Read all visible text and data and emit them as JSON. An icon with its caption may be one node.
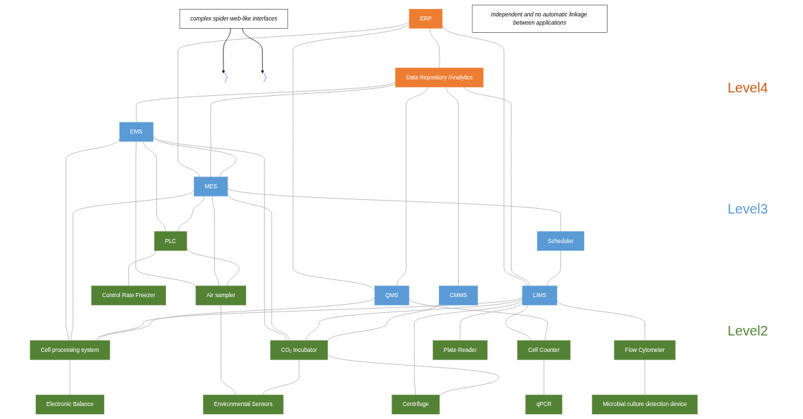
{
  "diagram": {
    "nodes": [
      {
        "text": [
          "ERP"
        ]
      },
      {
        "text": [
          "Data Repository /Analytics"
        ]
      },
      {
        "text": [
          "EMS"
        ]
      },
      {
        "text": [
          "MES"
        ]
      },
      {
        "text": [
          "Scheduler"
        ]
      },
      {
        "text": [
          "LIMS"
        ]
      },
      {
        "text": [
          "CMMS"
        ]
      },
      {
        "text": [
          "QMS"
        ]
      },
      {
        "text": [
          "Cell processing system"
        ]
      },
      {
        "text": [
          "PLC"
        ]
      },
      {
        "text": [
          "Air sampler"
        ]
      },
      {
        "text": [
          "CO₂ Incubator"
        ]
      },
      {
        "text": [
          "Cell Counter"
        ]
      },
      {
        "text": [
          "Flow Cytometer"
        ]
      },
      {
        "text": [
          "Plate Reader"
        ]
      },
      {
        "text": [
          "Electronic Balance"
        ]
      },
      {
        "text": [
          "Control Rate Freezer"
        ]
      },
      {
        "text": [
          "Environmental Sensors"
        ]
      },
      {
        "text": [
          "Centrifuge"
        ]
      },
      {
        "text": [
          "qPCR"
        ]
      },
      {
        "text": [
          "Microbial culture detection device"
        ]
      },
      {
        "text": [
          "Independent and no automatic linkage between applications"
        ]
      },
      {
        "text": [
          "complex spider-web-like interfaces"
        ]
      },
      {
        "text": [],
        "shape": "brace"
      },
      {
        "text": [],
        "shape": "brace"
      }
    ],
    "edges": [
      {
        "from": 0,
        "to": 1,
        "arrow": "none"
      },
      {
        "from": 0,
        "to": 3,
        "arrow": "none"
      },
      {
        "from": 0,
        "to": 5,
        "arrow": "none"
      },
      {
        "from": 0,
        "to": 7,
        "arrow": "none"
      },
      {
        "from": 1,
        "to": 2,
        "arrow": "none"
      },
      {
        "from": 1,
        "to": 3,
        "arrow": "none"
      },
      {
        "from": 1,
        "to": 5,
        "arrow": "none"
      },
      {
        "from": 1,
        "to": 6,
        "arrow": "none"
      },
      {
        "from": 1,
        "to": 7,
        "arrow": "none"
      },
      {
        "from": 2,
        "to": 3,
        "arrow": "none"
      },
      {
        "from": 3,
        "to": 4,
        "arrow": "none"
      },
      {
        "from": 4,
        "to": 5,
        "arrow": "none"
      },
      {
        "from": 2,
        "to": 8,
        "arrow": "none"
      },
      {
        "from": 2,
        "to": 9,
        "arrow": "none"
      },
      {
        "from": 2,
        "to": 10,
        "arrow": "none"
      },
      {
        "from": 2,
        "to": 11,
        "arrow": "none"
      },
      {
        "from": 3,
        "to": 8,
        "arrow": "none"
      },
      {
        "from": 3,
        "to": 9,
        "arrow": "none"
      },
      {
        "from": 3,
        "to": 10,
        "arrow": "none"
      },
      {
        "from": 3,
        "to": 11,
        "arrow": "none"
      },
      {
        "from": 5,
        "to": 8,
        "arrow": "none"
      },
      {
        "from": 5,
        "to": 11,
        "arrow": "none"
      },
      {
        "from": 5,
        "to": 12,
        "arrow": "none"
      },
      {
        "from": 5,
        "to": 13,
        "arrow": "none"
      },
      {
        "from": 5,
        "to": 14,
        "arrow": "none"
      },
      {
        "from": 5,
        "to": 18,
        "arrow": "none"
      },
      {
        "from": 6,
        "to": 11,
        "arrow": "none"
      },
      {
        "from": 7,
        "to": 8,
        "arrow": "none"
      },
      {
        "from": 7,
        "to": 12,
        "arrow": "none"
      },
      {
        "from": 8,
        "to": 15,
        "arrow": "none"
      },
      {
        "from": 9,
        "to": 16,
        "arrow": "none"
      },
      {
        "from": 9,
        "to": 10,
        "arrow": "none"
      },
      {
        "from": 10,
        "to": 17,
        "arrow": "none"
      },
      {
        "from": 11,
        "to": 17,
        "arrow": "none"
      },
      {
        "from": 11,
        "to": 18,
        "arrow": "none"
      },
      {
        "from": 12,
        "to": 19,
        "arrow": "none"
      },
      {
        "from": 13,
        "to": 20,
        "arrow": "none"
      },
      {
        "from": 22,
        "to": 23,
        "arrow": "to",
        "color": "#000000"
      },
      {
        "from": 22,
        "to": 24,
        "arrow": "to",
        "color": "#000000"
      }
    ],
    "labels": [
      "Level4",
      "Level3",
      "Level2"
    ]
  }
}
